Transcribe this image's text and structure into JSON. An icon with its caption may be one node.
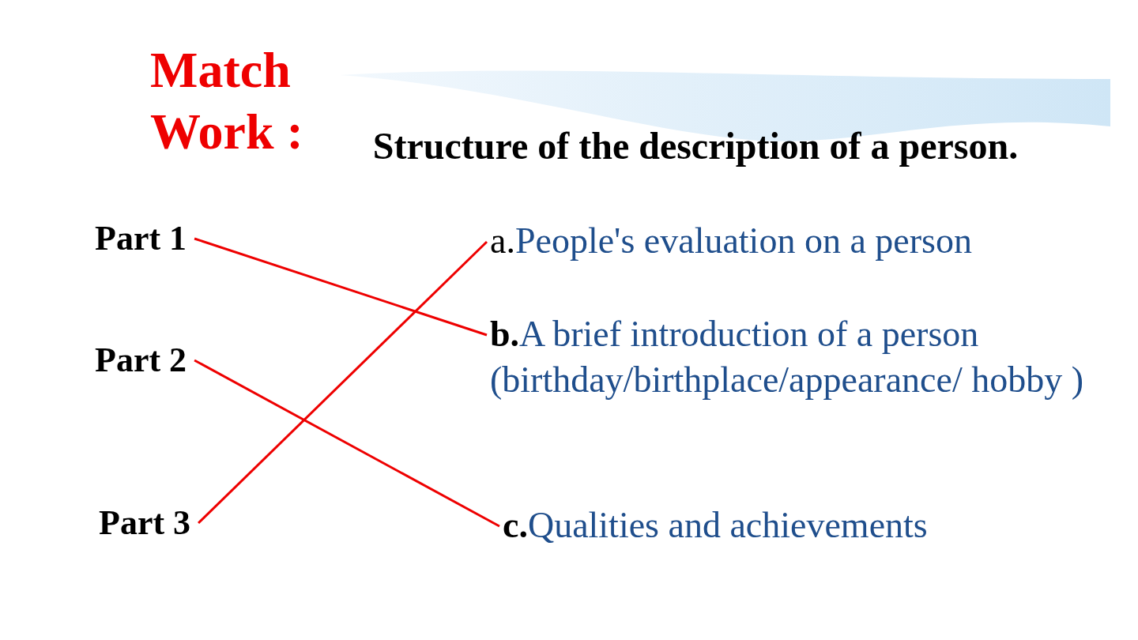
{
  "diagram": {
    "title": "Structure of the description of a person.",
    "nodes": [
      {
        "text": [
          "Part 1"
        ]
      },
      {
        "text": [
          "Part 2"
        ]
      },
      {
        "text": [
          "Part 3"
        ]
      },
      {
        "text": [
          "a.",
          "People's evaluation on a person"
        ]
      },
      {
        "text": [
          "**b.**",
          "A brief introduction of a person (birthday/birthplace/appearance/ hobby )"
        ]
      },
      {
        "text": [
          "**c.**",
          "Qualities and achievements"
        ]
      }
    ],
    "edges": [
      {
        "from": 0,
        "to": 4,
        "arrow": "none"
      },
      {
        "from": 1,
        "to": 5,
        "arrow": "none"
      },
      {
        "from": 2,
        "to": 3,
        "arrow": "none"
      }
    ],
    "labels": [
      "Match Work :"
    ]
  }
}
